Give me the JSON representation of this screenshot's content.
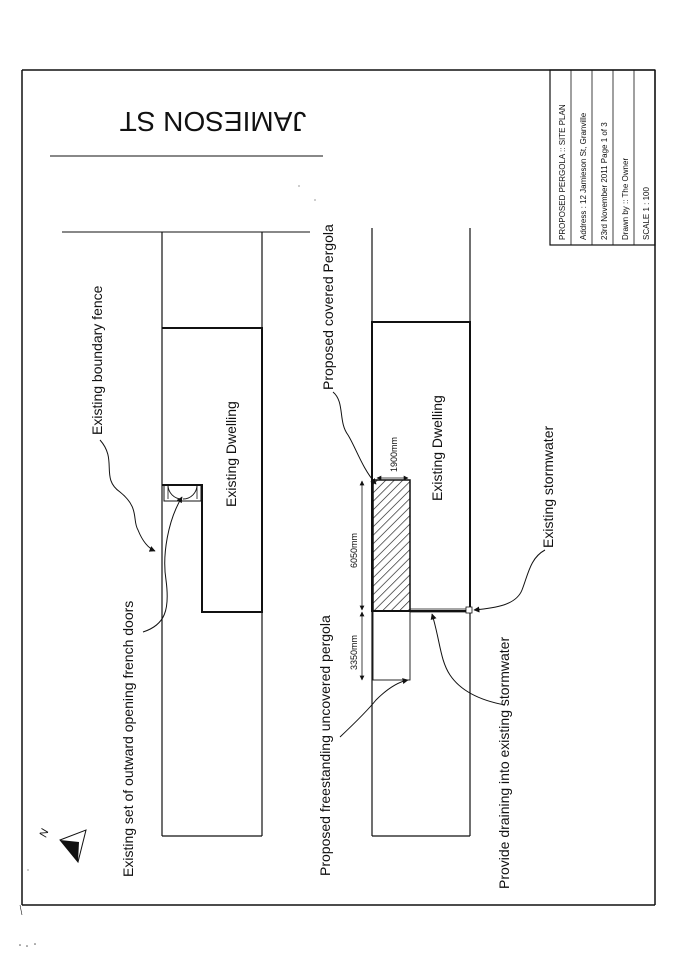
{
  "street_name": "JAMIESON ST",
  "labels": {
    "boundary_fence": "Existing boundary fence",
    "french_doors": "Existing set of outward opening french doors",
    "dwelling_upper": "Existing Dwelling",
    "dwelling_lower": "Existing Dwelling",
    "covered_pergola": "Proposed covered Pergola",
    "uncovered_pergola": "Proposed freestanding uncovered pergola",
    "draining": "Provide draining into existing stormwater",
    "stormwater": "Existing stormwater",
    "north": "N"
  },
  "dimensions": {
    "width_1900": "1900mm",
    "length_6050": "6050mm",
    "length_3350": "3350mm"
  },
  "title_block": {
    "project": "PROPOSED PERGOLA :: SITE PLAN",
    "address": "Address : 12 Jamieson St, Granville",
    "date_page": "23rd November 2011    Page 1 of 3",
    "drawn_by": "Drawn by ::  The Owner",
    "scale": "SCALE    1 : 100"
  },
  "colors": {
    "ink": "#111111",
    "paper": "#ffffff"
  }
}
